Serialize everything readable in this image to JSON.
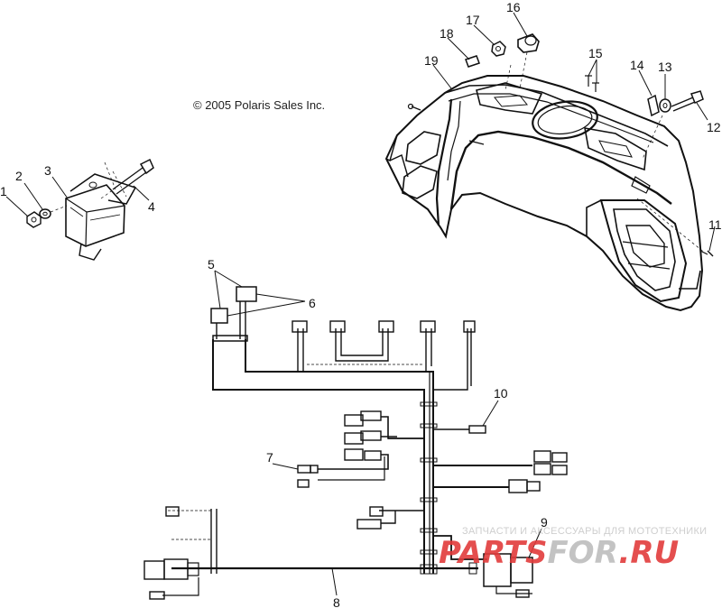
{
  "copyright": "© 2005 Polaris Sales Inc.",
  "watermark": {
    "tagline": "ЗАПЧАСТИ И АКСЕССУАРЫ ДЛЯ МОТОТЕХНИКИ",
    "logo_left": "PARTS",
    "logo_mid": "FOR",
    "logo_right": ".RU",
    "color_red": "#e23b3b",
    "color_gray": "#bdbdbd"
  },
  "callouts": [
    "1",
    "2",
    "3",
    "4",
    "5",
    "6",
    "7",
    "8",
    "9",
    "10",
    "11",
    "12",
    "13",
    "14",
    "15",
    "16",
    "17",
    "18",
    "19"
  ]
}
